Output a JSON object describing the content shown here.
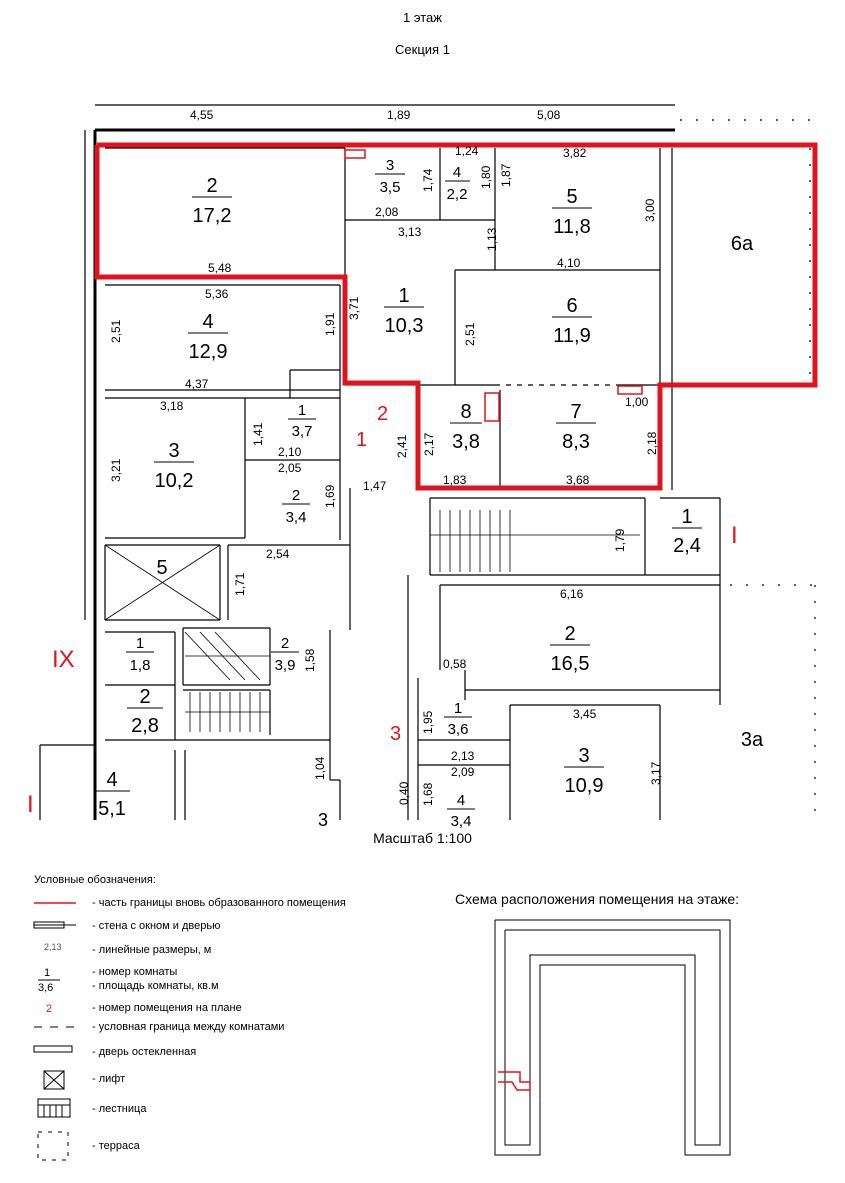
{
  "header": {
    "floor": "1 этаж",
    "section": "Секция 1"
  },
  "scale": "Масштаб 1:100",
  "colors": {
    "boundary": "#e0141e",
    "wall": "#000000"
  },
  "dims": {
    "top_455": "4,55",
    "top_189": "1,89",
    "top_508": "5,08",
    "d_124": "1,24",
    "d_382": "3,82",
    "d_174": "1,74",
    "d_180": "1,80",
    "d_187": "1,87",
    "d_300": "3,00",
    "d_208": "2,08",
    "d_313": "3,13",
    "d_113": "1,13",
    "d_548": "5,48",
    "d_410": "4,10",
    "d_536": "5,36",
    "d_371": "3,71",
    "d_251a": "2,51",
    "d_191": "1,91",
    "d_251b": "2,51",
    "d_437": "4,37",
    "d_318": "3,18",
    "d_141": "1,41",
    "d_100": "1,00",
    "d_210": "2,10",
    "d_205": "2,05",
    "d_241": "2,41",
    "d_217": "2,17",
    "d_218": "2,18",
    "d_321": "3,21",
    "d_147": "1,47",
    "d_183": "1,83",
    "d_368": "3,68",
    "d_169": "1,69",
    "d_179": "1,79",
    "d_254": "2,54",
    "d_171": "1,71",
    "d_616": "6,16",
    "d_158": "1,58",
    "d_058": "0,58",
    "d_345": "3,45",
    "d_195": "1,95",
    "d_213": "2,13",
    "d_209": "2,09",
    "d_317": "3,17",
    "d_104": "1,04",
    "d_040": "0,40",
    "d_168": "1,68"
  },
  "rooms": [
    {
      "num": "2",
      "area": "17,2"
    },
    {
      "num": "3",
      "area": "3,5"
    },
    {
      "num": "4",
      "area": "2,2"
    },
    {
      "num": "5",
      "area": "11,8"
    },
    {
      "num": "6а",
      "area": ""
    },
    {
      "num": "1",
      "area": "10,3"
    },
    {
      "num": "6",
      "area": "11,9"
    },
    {
      "num": "4",
      "area": "12,9"
    },
    {
      "num": "1",
      "area": "3,7"
    },
    {
      "num": "8",
      "area": "3,8"
    },
    {
      "num": "7",
      "area": "8,3"
    },
    {
      "num": "3",
      "area": "10,2"
    },
    {
      "num": "2",
      "area": "3,4"
    },
    {
      "num": "1",
      "area": "2,4"
    },
    {
      "num": "5",
      "area": ""
    },
    {
      "num": "2",
      "area": "16,5"
    },
    {
      "num": "1",
      "area": "1,8"
    },
    {
      "num": "2",
      "area": "3,9"
    },
    {
      "num": "2",
      "area": "2,8"
    },
    {
      "num": "1",
      "area": "3,6"
    },
    {
      "num": "3",
      "area": "10,9"
    },
    {
      "num": "3а",
      "area": ""
    },
    {
      "num": "4",
      "area": "5,1"
    },
    {
      "num": "4",
      "area": "3,4"
    },
    {
      "num": "3",
      "area": ""
    }
  ],
  "premises": {
    "p2": "2",
    "p1": "1",
    "pI_a": "I",
    "pI_b": "I",
    "pIX": "IX",
    "p3": "3"
  },
  "legend": {
    "title": "Условные обозначения:",
    "items": [
      "- часть границы вновь образованного помещения",
      "- стена с окном и дверью",
      "- линейные размеры, м",
      "- номер комнаты",
      "- площадь комнаты, кв.м",
      "- номер помещения на плане",
      "- условная граница между комнатами",
      "- дверь остекленная",
      "- лифт",
      "- лестница",
      "- терраса"
    ],
    "sample_dim": "2,13",
    "sample_room_num": "1",
    "sample_room_area": "3,6",
    "sample_premise": "2"
  },
  "scheme_title": "Схема расположения помещения на этаже:"
}
